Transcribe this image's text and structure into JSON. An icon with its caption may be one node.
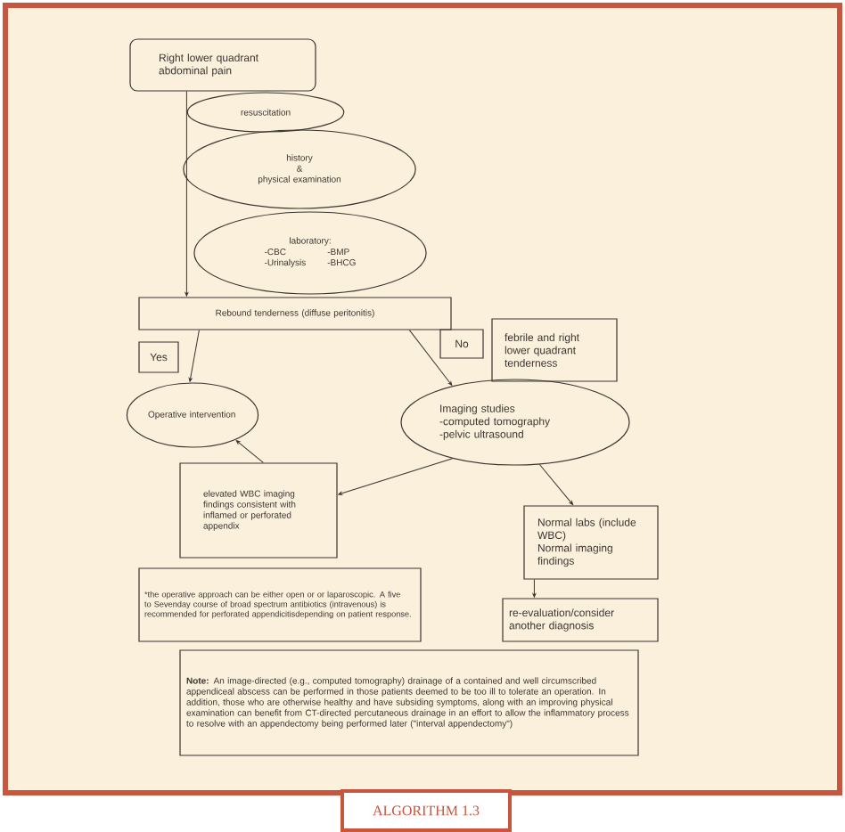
{
  "diagram": {
    "title": "ALGORITHM 1.3",
    "nodes": [
      {
        "text": [
          "Right lower quadrant abdominal pain"
        ]
      },
      {
        "text": [
          "resuscitation"
        ]
      },
      {
        "text": [
          "history",
          "&",
          "physical examination"
        ]
      },
      {
        "text": [
          "laboratory:",
          "-CBC",
          "-BMP",
          "-Urinalysis",
          "-BHCG"
        ]
      },
      {
        "text": [
          "Rebound tenderness (diffuse peritonitis)"
        ]
      },
      {
        "text": [
          "Yes"
        ]
      },
      {
        "text": [
          "No"
        ]
      },
      {
        "text": [
          "febrile and right lower quadrant tenderness"
        ]
      },
      {
        "text": [
          "Operative intervention"
        ]
      },
      {
        "text": [
          "Imaging studies",
          "-computed tomography",
          "-pelvic ultrasound"
        ]
      },
      {
        "text": [
          "elevated WBC imaging findings consistent with inflamed or perforated appendix"
        ]
      },
      {
        "text": [
          "Normal labs (include WBC)",
          "Normal imaging findings"
        ]
      },
      {
        "text": [
          "*the operative approach can be either open or or laparoscopic.  A five to Sevenday course of broad spectrum antibiotics (intravenous) is recommended for perforated appendicitisdepending on patient response."
        ]
      },
      {
        "text": [
          "re-evaluation/consider another diagnosis"
        ]
      },
      {
        "text": [
          "**Note:** An image-directed (e.g., computed tomography) drainage of a contained and well circumscribed appendiceal abscess can be performed in those patients deemed to be too ill to tolerate an operation. In addition, those who are otherwise healthy and have subsiding symptoms, along with an improving physical examination can benefit from CT-directed percutaneous drainage in an effort to allow the inflammatory process to resolve with an appendectomy being performed later (\"interval appendectomy\")"
        ]
      }
    ],
    "edges": [
      {
        "from": 0,
        "to": 4,
        "arrow": "to"
      },
      {
        "from": 4,
        "to": 8,
        "arrow": "to"
      },
      {
        "from": 4,
        "to": 9,
        "arrow": "to"
      },
      {
        "from": 10,
        "to": 8,
        "arrow": "to"
      },
      {
        "from": 9,
        "to": 10,
        "arrow": "to"
      },
      {
        "from": 9,
        "to": 11,
        "arrow": "to"
      },
      {
        "from": 11,
        "to": 13,
        "arrow": "to"
      }
    ]
  }
}
